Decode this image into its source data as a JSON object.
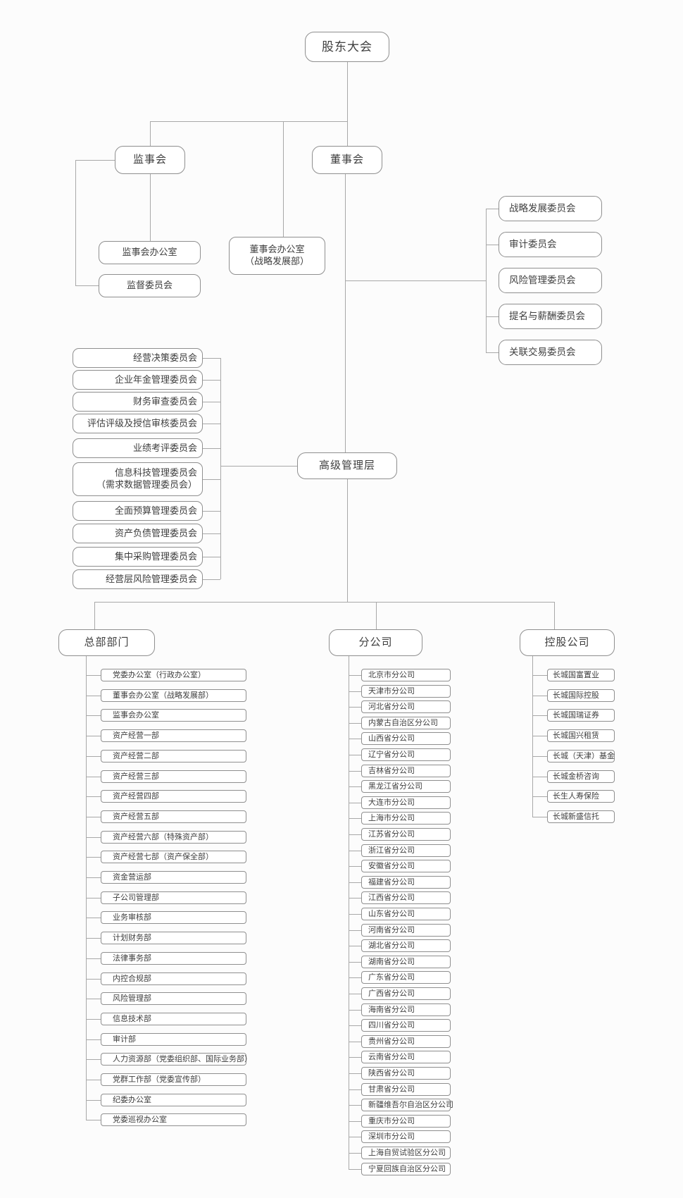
{
  "colors": {
    "line": "#a8a8a8",
    "border": "#8f8f8f",
    "text": "#3e3e3e",
    "background": "#fcfcfc"
  },
  "nodes": {
    "shareholders": "股东大会",
    "supervisory_board": "监事会",
    "board_of_directors": "董事会",
    "supervisory_office": "监事会办公室",
    "supervision_committee": "监督委员会",
    "board_office_line1": "董事会办公室",
    "board_office_line2": "（战略发展部）",
    "senior_management": "高级管理层"
  },
  "board_committees": [
    "战略发展委员会",
    "审计委员会",
    "风险管理委员会",
    "提名与薪酬委员会",
    "关联交易委员会"
  ],
  "management_committees": [
    [
      "经营决策委员会"
    ],
    [
      "企业年金管理委员会"
    ],
    [
      "财务审查委员会"
    ],
    [
      "评估评级及授信审核委员会"
    ],
    [
      "业绩考评委员会"
    ],
    [
      "信息科技管理委员会",
      "（需求数据管理委员会）"
    ],
    [
      "全面预算管理委员会"
    ],
    [
      "资产负债管理委员会"
    ],
    [
      "集中采购管理委员会"
    ],
    [
      "经营层风险管理委员会"
    ]
  ],
  "hq": {
    "label": "总部部门",
    "items": [
      "党委办公室（行政办公室）",
      "董事会办公室（战略发展部）",
      "监事会办公室",
      "资产经营一部",
      "资产经营二部",
      "资产经营三部",
      "资产经营四部",
      "资产经营五部",
      "资产经营六部（特殊资产部）",
      "资产经营七部（资产保全部）",
      "资金营运部",
      "子公司管理部",
      "业务审核部",
      "计划财务部",
      "法律事务部",
      "内控合规部",
      "风险管理部",
      "信息技术部",
      "审计部",
      "人力资源部（党委组织部、国际业务部）",
      "党群工作部（党委宣传部）",
      "纪委办公室",
      "党委巡视办公室"
    ]
  },
  "branches": {
    "label": "分公司",
    "items": [
      "北京市分公司",
      "天津市分公司",
      "河北省分公司",
      "内蒙古自治区分公司",
      "山西省分公司",
      "辽宁省分公司",
      "吉林省分公司",
      "黑龙江省分公司",
      "大连市分公司",
      "上海市分公司",
      "江苏省分公司",
      "浙江省分公司",
      "安徽省分公司",
      "福建省分公司",
      "江西省分公司",
      "山东省分公司",
      "河南省分公司",
      "湖北省分公司",
      "湖南省分公司",
      "广东省分公司",
      "广西省分公司",
      "海南省分公司",
      "四川省分公司",
      "贵州省分公司",
      "云南省分公司",
      "陕西省分公司",
      "甘肃省分公司",
      "新疆维吾尔自治区分公司",
      "重庆市分公司",
      "深圳市分公司",
      "上海自贸试验区分公司",
      "宁夏回族自治区分公司"
    ]
  },
  "holdings": {
    "label": "控股公司",
    "items": [
      "长城国富置业",
      "长城国际控股",
      "长城国瑞证券",
      "长城国兴租赁",
      "长城（天津）基金",
      "长城金桥咨询",
      "长生人寿保险",
      "长城新盛信托"
    ]
  }
}
